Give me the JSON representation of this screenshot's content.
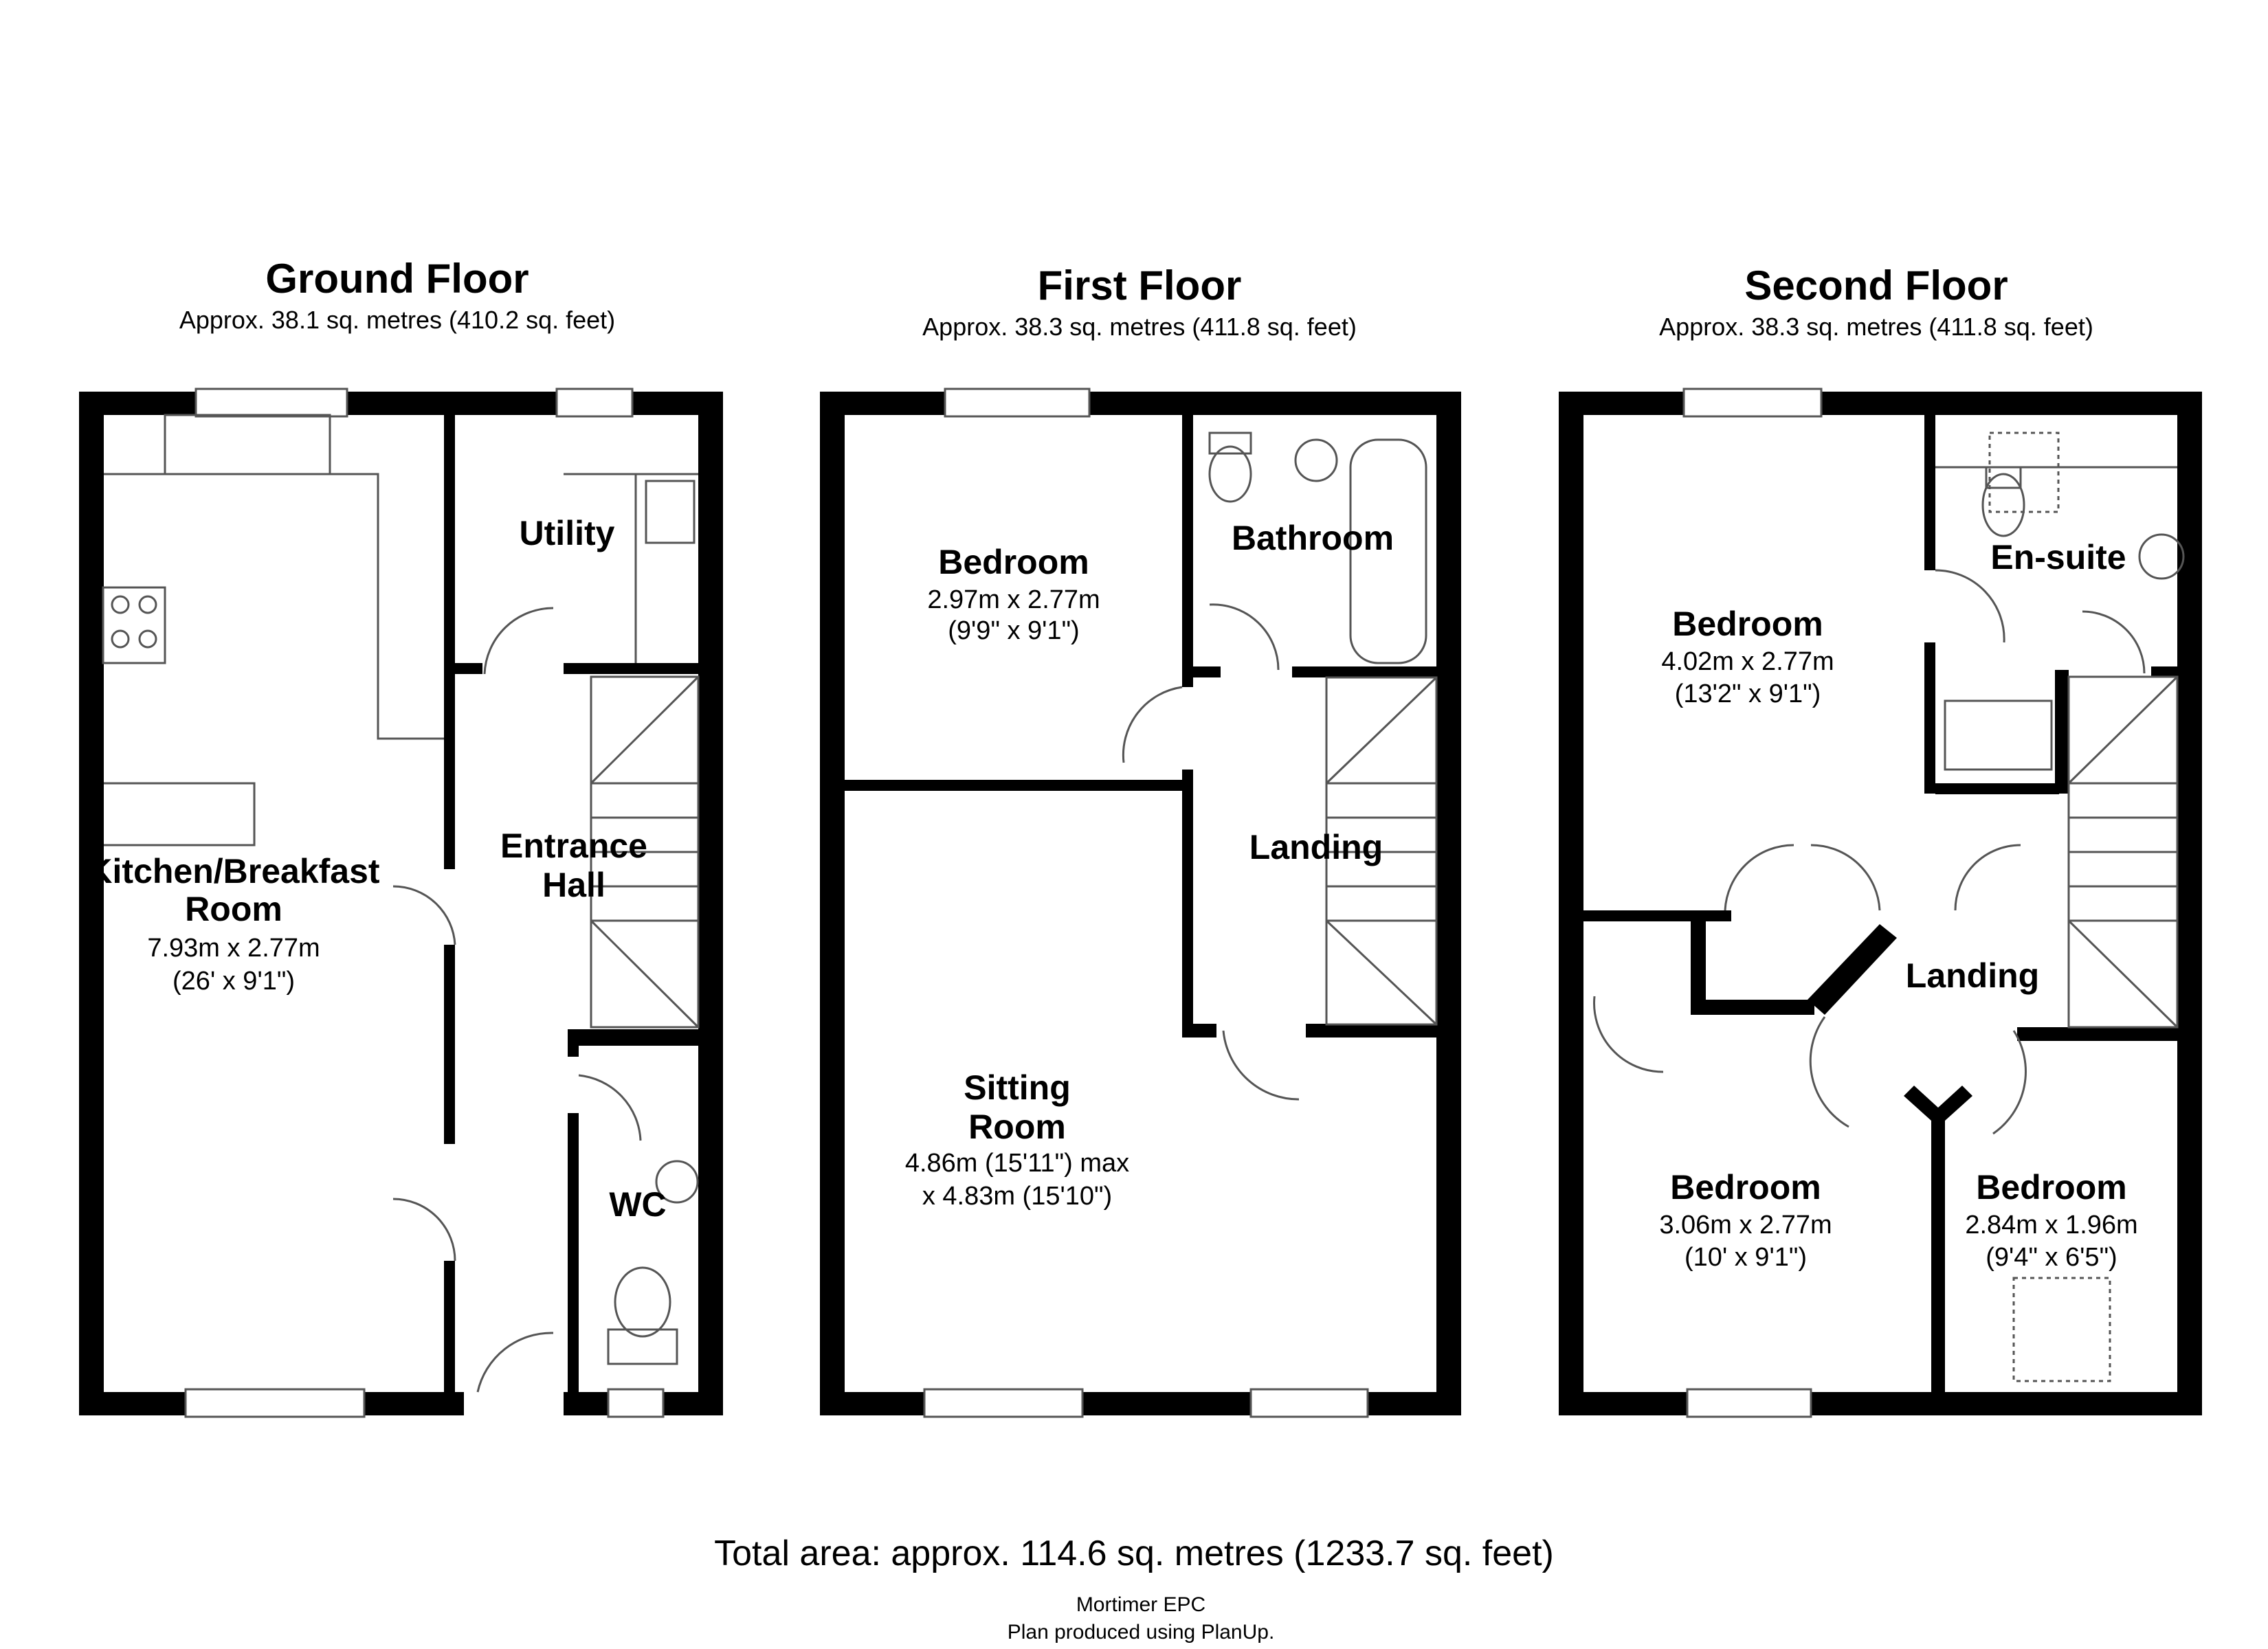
{
  "floors": [
    {
      "title": "Ground Floor",
      "area": "Approx. 38.1 sq. metres (410.2 sq. feet)",
      "rooms": [
        {
          "name_lines": [
            "Kitchen/Breakfast",
            "Room"
          ],
          "dims": [
            "7.93m x 2.77m",
            "(26' x 9'1\")"
          ]
        },
        {
          "name_lines": [
            "Utility"
          ],
          "dims": []
        },
        {
          "name_lines": [
            "Entrance",
            "Hall"
          ],
          "dims": []
        },
        {
          "name_lines": [
            "WC"
          ],
          "dims": []
        }
      ]
    },
    {
      "title": "First Floor",
      "area": "Approx. 38.3 sq. metres (411.8 sq. feet)",
      "rooms": [
        {
          "name_lines": [
            "Bedroom"
          ],
          "dims": [
            "2.97m x 2.77m",
            "(9'9\" x 9'1\")"
          ]
        },
        {
          "name_lines": [
            "Bathroom"
          ],
          "dims": []
        },
        {
          "name_lines": [
            "Landing"
          ],
          "dims": []
        },
        {
          "name_lines": [
            "Sitting",
            "Room"
          ],
          "dims": [
            "4.86m (15'11\") max",
            "x 4.83m (15'10\")"
          ]
        }
      ]
    },
    {
      "title": "Second Floor",
      "area": "Approx. 38.3 sq. metres (411.8 sq. feet)",
      "rooms": [
        {
          "name_lines": [
            "Bedroom"
          ],
          "dims": [
            "4.02m x 2.77m",
            "(13'2\" x 9'1\")"
          ]
        },
        {
          "name_lines": [
            "En-suite"
          ],
          "dims": []
        },
        {
          "name_lines": [
            "Landing"
          ],
          "dims": []
        },
        {
          "name_lines": [
            "Bedroom"
          ],
          "dims": [
            "3.06m x 2.77m",
            "(10' x 9'1\")"
          ]
        },
        {
          "name_lines": [
            "Bedroom"
          ],
          "dims": [
            "2.84m x 1.96m",
            "(9'4\" x 6'5\")"
          ]
        }
      ]
    }
  ],
  "total_area": "Total area: approx. 114.6 sq. metres (1233.7 sq. feet)",
  "agent": "Mortimer EPC",
  "credit": "Plan produced using PlanUp.",
  "colors": {
    "wall": "#000000",
    "fixture": "#555555",
    "background": "#ffffff"
  }
}
